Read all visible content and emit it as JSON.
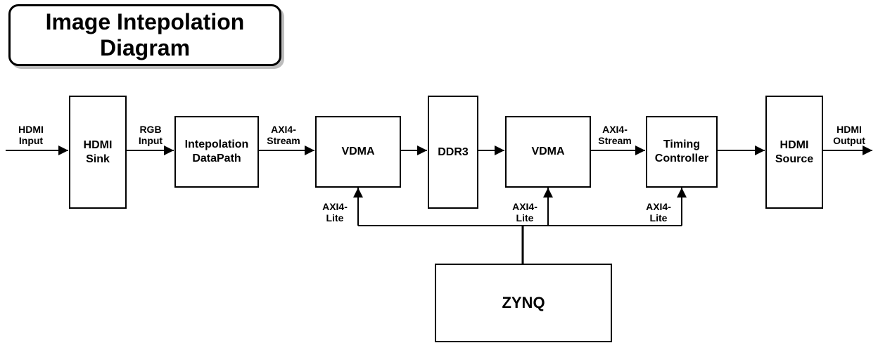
{
  "title": "Image Intepolation\nDiagram",
  "blocks": {
    "hdmi_sink": "HDMI\nSink",
    "interp": "Intepolation\nDataPath",
    "vdma1": "VDMA",
    "ddr3": "DDR3",
    "vdma2": "VDMA",
    "timing": "Timing\nController",
    "hdmi_source": "HDMI\nSource",
    "zynq": "ZYNQ"
  },
  "labels": {
    "hdmi_input": "HDMI\nInput",
    "rgb_input": "RGB\nInput",
    "axi_stream_1": "AXI4-\nStream",
    "axi_stream_2": "AXI4-\nStream",
    "hdmi_output": "HDMI\nOutput",
    "axi_lite_1": "AXI4-\nLite",
    "axi_lite_2": "AXI4-\nLite",
    "axi_lite_3": "AXI4-\nLite"
  }
}
